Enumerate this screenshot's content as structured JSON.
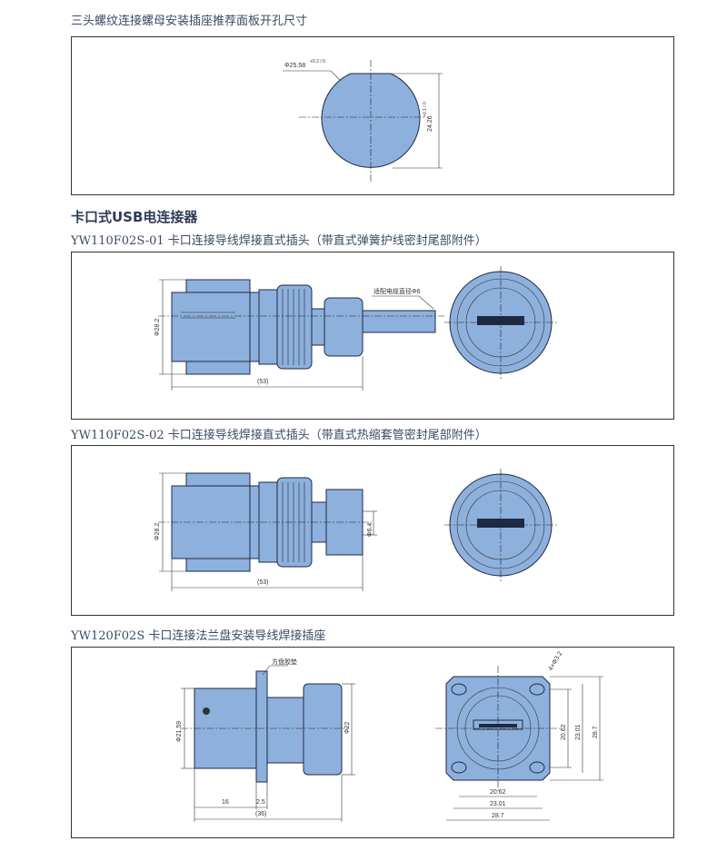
{
  "panel_cutout": {
    "title": "三头螺纹连接螺母安装插座推荐面板开孔尺寸",
    "dim_diameter": "Φ25.58",
    "dim_diameter_tol": "+0.2 / 0",
    "dim_flat": "24.26",
    "dim_flat_tol": "+0.1 / 0"
  },
  "section_title": "卡口式USB电连接器",
  "products": [
    {
      "title": "YW110F02S-01  卡口连接导线焊接直式插头（带直式弹簧护线密封尾部附件）",
      "dim_diameter": "Φ28.2",
      "dim_length": "(53)",
      "cable_note": "适配电缆直径Φ6"
    },
    {
      "title": "YW110F02S-02  卡口连接导线焊接直式插头（带直式热缩套管密封尾部附件）",
      "dim_diameter": "Φ28.2",
      "dim_length": "(53)",
      "cable_note": "Φ6.4"
    },
    {
      "title": "YW120F02S  卡口连接法兰盘安装导线焊接插座",
      "gasket_note": "方盘胶垫",
      "dim_body_diameter": "Φ21.59",
      "dim_nut_diameter": "Φ22",
      "dim_16": "16",
      "dim_2_5": "2.5",
      "dim_length": "(36)",
      "dim_hole": "4×Φ3.2",
      "dim_20_62": "20.62",
      "dim_23_01": "23.01",
      "dim_28_7": "28.7"
    }
  ],
  "colors": {
    "part_fill": "#8eb0dc",
    "heading": "#3b4a66"
  }
}
